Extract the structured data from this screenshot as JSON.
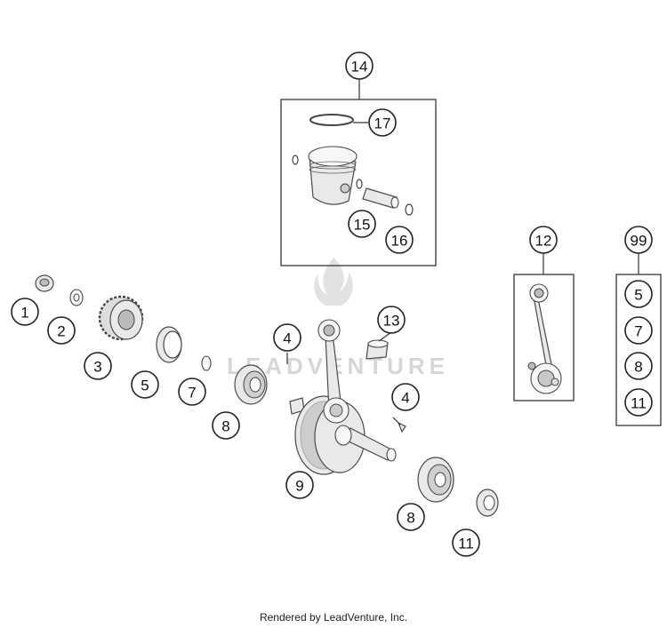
{
  "diagram": {
    "callouts": [
      {
        "id": "c14",
        "label": "14"
      },
      {
        "id": "c17",
        "label": "17"
      },
      {
        "id": "c15",
        "label": "15"
      },
      {
        "id": "c16",
        "label": "16"
      },
      {
        "id": "c12",
        "label": "12"
      },
      {
        "id": "c99",
        "label": "99"
      },
      {
        "id": "c99-5",
        "label": "5"
      },
      {
        "id": "c99-7",
        "label": "7"
      },
      {
        "id": "c99-8",
        "label": "8"
      },
      {
        "id": "c99-11",
        "label": "11"
      },
      {
        "id": "c1",
        "label": "1"
      },
      {
        "id": "c2",
        "label": "2"
      },
      {
        "id": "c3",
        "label": "3"
      },
      {
        "id": "c5",
        "label": "5"
      },
      {
        "id": "c7",
        "label": "7"
      },
      {
        "id": "c8a",
        "label": "8"
      },
      {
        "id": "c4a",
        "label": "4"
      },
      {
        "id": "c13",
        "label": "13"
      },
      {
        "id": "c4b",
        "label": "4"
      },
      {
        "id": "c9",
        "label": "9"
      },
      {
        "id": "c8b",
        "label": "8"
      },
      {
        "id": "c11",
        "label": "11"
      }
    ]
  },
  "watermark": {
    "text": "LEADVENTURE"
  },
  "footer": {
    "text": "Rendered by LeadVenture, Inc."
  }
}
